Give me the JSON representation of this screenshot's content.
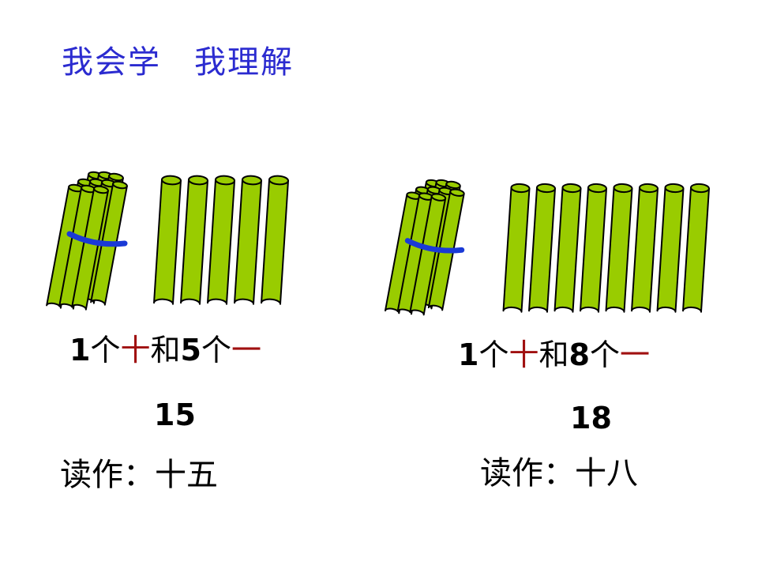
{
  "title": "我会学　我理解",
  "colors": {
    "title": "#2b2bd0",
    "stick": "#99cc00",
    "band": "#1a3ad6",
    "red": "#a01010"
  },
  "groups": [
    {
      "bundles": 1,
      "singles": 5,
      "desc": {
        "n1": "1",
        "ge1": "个",
        "shi": "十",
        "he": "和",
        "n2": "5",
        "ge2": "个",
        "yi": "一"
      },
      "number": "15",
      "reading": "读作：十五"
    },
    {
      "bundles": 1,
      "singles": 8,
      "desc": {
        "n1": "1",
        "ge1": "个",
        "shi": "十",
        "he": "和",
        "n2": "8",
        "ge2": "个",
        "yi": "一"
      },
      "number": "18",
      "reading": "读作：十八"
    }
  ]
}
